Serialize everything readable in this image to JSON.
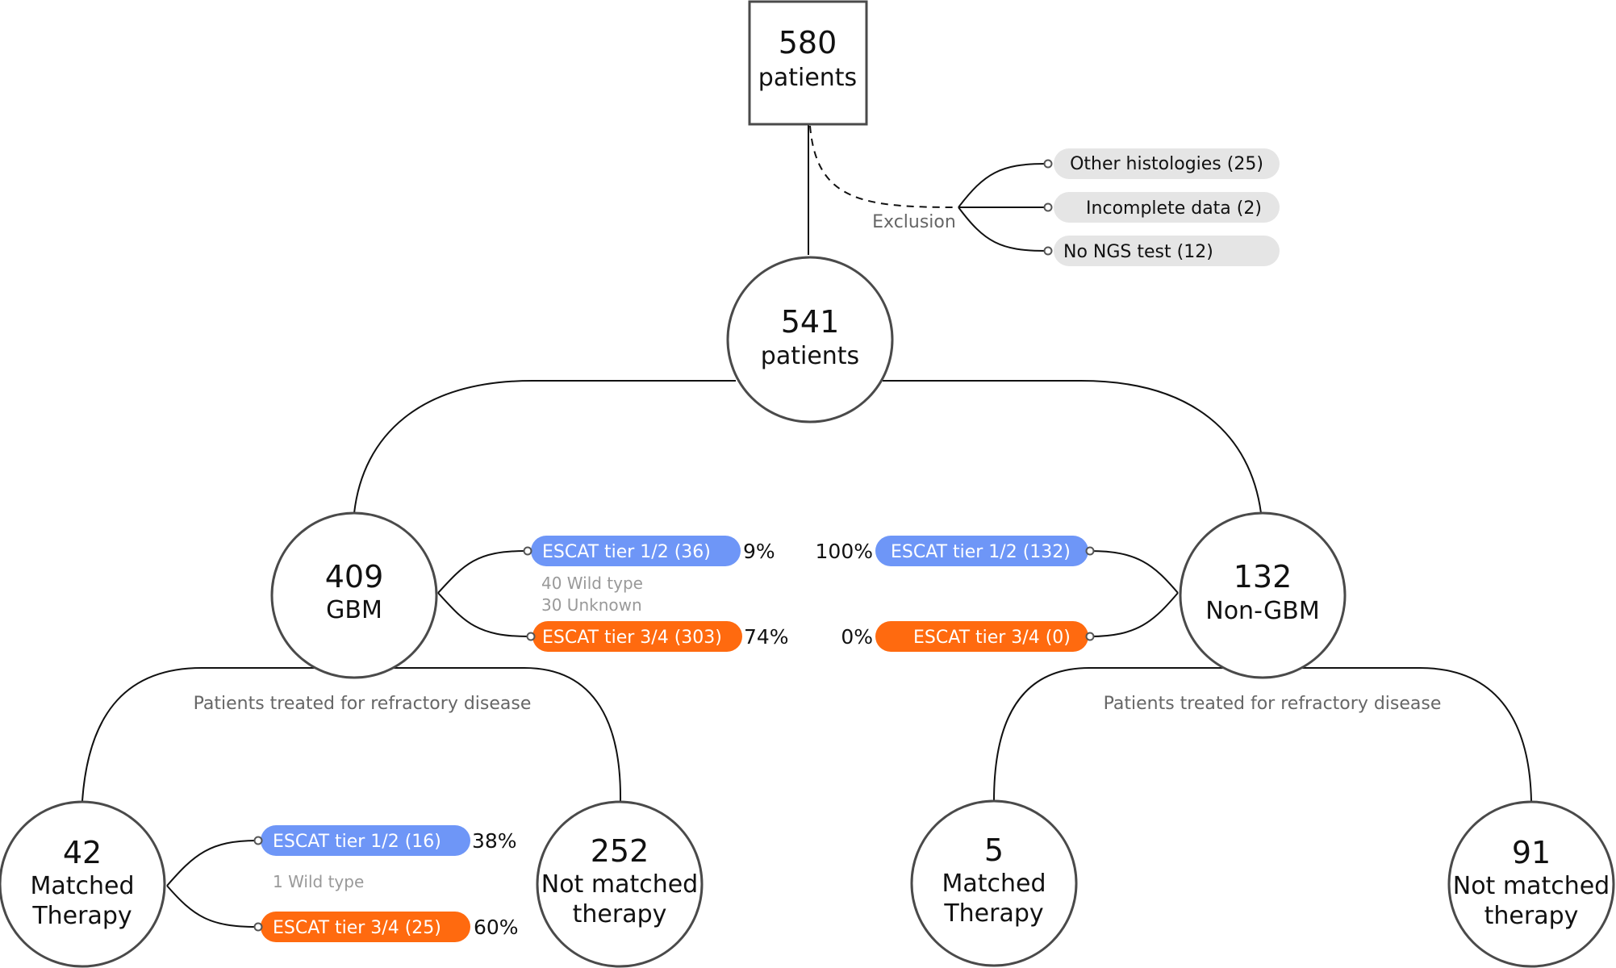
{
  "top_box": {
    "count": "580",
    "label": "patients"
  },
  "exclusion": {
    "label": "Exclusion",
    "items": [
      "Other histologies (25)",
      "Incomplete data (2)",
      "No NGS test (12)"
    ]
  },
  "root": {
    "count": "541",
    "label": "patients"
  },
  "gbm": {
    "count": "409",
    "label": "GBM",
    "tier12": "ESCAT tier 1/2 (36)",
    "tier12_pct": "9%",
    "tier34": "ESCAT tier 3/4 (303)",
    "tier34_pct": "74%",
    "notes": [
      "40 Wild type",
      "30 Unknown"
    ],
    "caption": "Patients treated for refractory disease",
    "matched": {
      "count": "42",
      "label_line1": "Matched",
      "label_line2": "Therapy",
      "tier12": "ESCAT tier 1/2 (16)",
      "tier12_pct": "38%",
      "tier34": "ESCAT tier 3/4 (25)",
      "tier34_pct": "60%",
      "note": "1 Wild type"
    },
    "not_matched": {
      "count": "252",
      "label_line1": "Not matched",
      "label_line2": "therapy"
    }
  },
  "non_gbm": {
    "count": "132",
    "label": "Non-GBM",
    "tier12": "ESCAT tier 1/2 (132)",
    "tier12_pct": "100%",
    "tier34": "ESCAT tier 3/4 (0)",
    "tier34_pct": "0%",
    "caption": "Patients treated for refractory disease",
    "matched": {
      "count": "5",
      "label_line1": "Matched",
      "label_line2": "Therapy"
    },
    "not_matched": {
      "count": "91",
      "label_line1": "Not matched",
      "label_line2": "therapy"
    }
  },
  "colors": {
    "tier12": "#6e96f7",
    "tier34": "#ff6a0f",
    "exclusion_pill": "#e5e5e5"
  }
}
